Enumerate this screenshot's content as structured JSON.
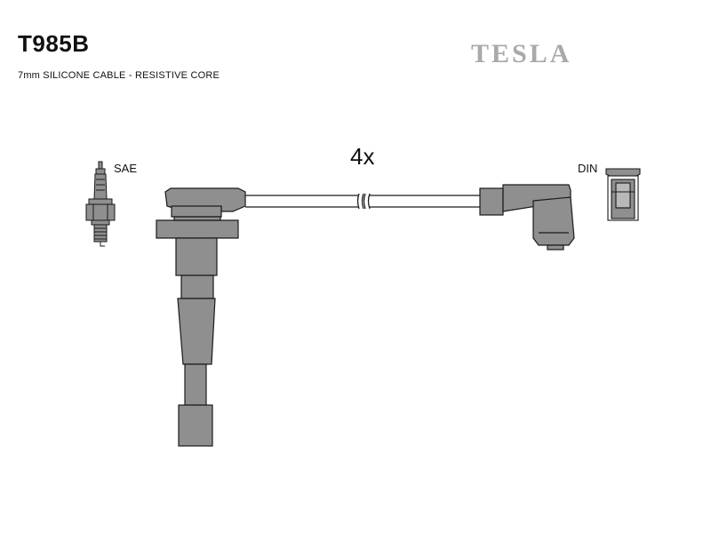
{
  "header": {
    "part_code": "T985B",
    "description": "7mm SILICONE CABLE - RESISTIVE CORE",
    "brand": "TESLA"
  },
  "diagram": {
    "quantity": "4x",
    "left_terminal_label": "SAE",
    "right_terminal_label": "DIN"
  },
  "colors": {
    "part_fill": "#8f8f8f",
    "outline": "#1a1a1a",
    "brand_text": "#a9a9a9"
  }
}
